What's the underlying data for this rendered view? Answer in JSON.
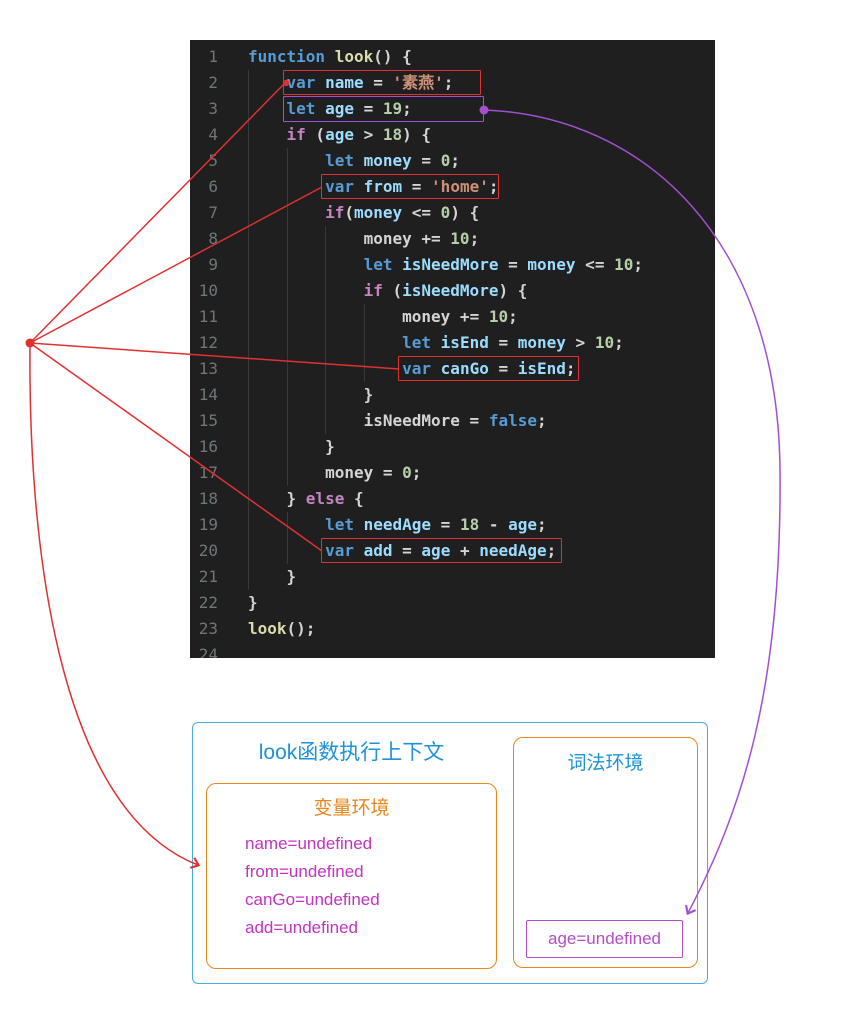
{
  "colors": {
    "red_annotation": "#e03131",
    "purple_annotation": "#a24fd0",
    "blue_text": "#1e93d8",
    "blue_border": "#49ace0",
    "orange": "#e8871e",
    "magenta_text": "#c233c2",
    "editor_background": "#1f1f1f",
    "keyword_blue": "#569cd6",
    "keyword_magenta": "#c586c0",
    "function_yellow": "#dcdcaa",
    "variable_blue": "#9cdcfe",
    "number_green": "#b5cea8",
    "string_orange": "#ce9178"
  },
  "editor": {
    "lines": [
      {
        "num": "1",
        "indent": 0,
        "tokens": [
          [
            "function",
            "kw"
          ],
          [
            " ",
            "pl"
          ],
          [
            "look",
            "fn"
          ],
          [
            "() {",
            "pl"
          ]
        ]
      },
      {
        "num": "2",
        "indent": 1,
        "tokens": [
          [
            "var",
            "kw"
          ],
          [
            " ",
            "pl"
          ],
          [
            "name",
            "id"
          ],
          [
            " = ",
            "pl"
          ],
          [
            "'素燕'",
            "str"
          ],
          [
            ";",
            "pl"
          ]
        ]
      },
      {
        "num": "3",
        "indent": 1,
        "tokens": [
          [
            "let",
            "kw"
          ],
          [
            " ",
            "pl"
          ],
          [
            "age",
            "id"
          ],
          [
            " = ",
            "pl"
          ],
          [
            "19",
            "num"
          ],
          [
            ";",
            "pl"
          ]
        ]
      },
      {
        "num": "4",
        "indent": 1,
        "tokens": [
          [
            "if",
            "ctrl"
          ],
          [
            " (",
            "pl"
          ],
          [
            "age",
            "id"
          ],
          [
            " > ",
            "pl"
          ],
          [
            "18",
            "num"
          ],
          [
            ") {",
            "pl"
          ]
        ]
      },
      {
        "num": "5",
        "indent": 2,
        "tokens": [
          [
            "let",
            "kw"
          ],
          [
            " ",
            "pl"
          ],
          [
            "money",
            "id"
          ],
          [
            " = ",
            "pl"
          ],
          [
            "0",
            "num"
          ],
          [
            ";",
            "pl"
          ]
        ]
      },
      {
        "num": "6",
        "indent": 2,
        "tokens": [
          [
            "var",
            "kw"
          ],
          [
            " ",
            "pl"
          ],
          [
            "from",
            "id"
          ],
          [
            " = ",
            "pl"
          ],
          [
            "'home'",
            "str"
          ],
          [
            ";",
            "pl"
          ]
        ]
      },
      {
        "num": "7",
        "indent": 2,
        "tokens": [
          [
            "if",
            "ctrl"
          ],
          [
            "(",
            "pl"
          ],
          [
            "money",
            "id"
          ],
          [
            " <= ",
            "pl"
          ],
          [
            "0",
            "num"
          ],
          [
            ") {",
            "pl"
          ]
        ]
      },
      {
        "num": "8",
        "indent": 3,
        "tokens": [
          [
            "money",
            "pl"
          ],
          [
            " += ",
            "pl"
          ],
          [
            "10",
            "num"
          ],
          [
            ";",
            "pl"
          ]
        ]
      },
      {
        "num": "9",
        "indent": 3,
        "tokens": [
          [
            "let",
            "kw"
          ],
          [
            " ",
            "pl"
          ],
          [
            "isNeedMore",
            "id"
          ],
          [
            " = ",
            "pl"
          ],
          [
            "money",
            "id"
          ],
          [
            " <= ",
            "pl"
          ],
          [
            "10",
            "num"
          ],
          [
            ";",
            "pl"
          ]
        ]
      },
      {
        "num": "10",
        "indent": 3,
        "tokens": [
          [
            "if",
            "ctrl"
          ],
          [
            " (",
            "pl"
          ],
          [
            "isNeedMore",
            "id"
          ],
          [
            ") {",
            "pl"
          ]
        ]
      },
      {
        "num": "11",
        "indent": 4,
        "tokens": [
          [
            "money",
            "pl"
          ],
          [
            " += ",
            "pl"
          ],
          [
            "10",
            "num"
          ],
          [
            ";",
            "pl"
          ]
        ]
      },
      {
        "num": "12",
        "indent": 4,
        "tokens": [
          [
            "let",
            "kw"
          ],
          [
            " ",
            "pl"
          ],
          [
            "isEnd",
            "id"
          ],
          [
            " = ",
            "pl"
          ],
          [
            "money",
            "id"
          ],
          [
            " > ",
            "pl"
          ],
          [
            "10",
            "num"
          ],
          [
            ";",
            "pl"
          ]
        ]
      },
      {
        "num": "13",
        "indent": 4,
        "tokens": [
          [
            "var",
            "kw"
          ],
          [
            " ",
            "pl"
          ],
          [
            "canGo",
            "id"
          ],
          [
            " = ",
            "pl"
          ],
          [
            "isEnd",
            "id"
          ],
          [
            ";",
            "pl"
          ]
        ]
      },
      {
        "num": "14",
        "indent": 3,
        "tokens": [
          [
            "}",
            "pl"
          ]
        ]
      },
      {
        "num": "15",
        "indent": 3,
        "tokens": [
          [
            "isNeedMore",
            "pl"
          ],
          [
            " = ",
            "pl"
          ],
          [
            "false",
            "kw"
          ],
          [
            ";",
            "pl"
          ]
        ]
      },
      {
        "num": "16",
        "indent": 2,
        "tokens": [
          [
            "}",
            "pl"
          ]
        ]
      },
      {
        "num": "17",
        "indent": 2,
        "tokens": [
          [
            "money",
            "pl"
          ],
          [
            " = ",
            "pl"
          ],
          [
            "0",
            "num"
          ],
          [
            ";",
            "pl"
          ]
        ]
      },
      {
        "num": "18",
        "indent": 1,
        "tokens": [
          [
            "} ",
            "pl"
          ],
          [
            "else",
            "ctrl"
          ],
          [
            " {",
            "pl"
          ]
        ]
      },
      {
        "num": "19",
        "indent": 2,
        "tokens": [
          [
            "let",
            "kw"
          ],
          [
            " ",
            "pl"
          ],
          [
            "needAge",
            "id"
          ],
          [
            " = ",
            "pl"
          ],
          [
            "18",
            "num"
          ],
          [
            " - ",
            "pl"
          ],
          [
            "age",
            "id"
          ],
          [
            ";",
            "pl"
          ]
        ]
      },
      {
        "num": "20",
        "indent": 2,
        "tokens": [
          [
            "var",
            "kw"
          ],
          [
            " ",
            "pl"
          ],
          [
            "add",
            "id"
          ],
          [
            " = ",
            "pl"
          ],
          [
            "age",
            "id"
          ],
          [
            " + ",
            "pl"
          ],
          [
            "needAge",
            "id"
          ],
          [
            ";",
            "pl"
          ]
        ]
      },
      {
        "num": "21",
        "indent": 1,
        "tokens": [
          [
            "}",
            "pl"
          ]
        ]
      },
      {
        "num": "22",
        "indent": 0,
        "tokens": [
          [
            "}",
            "pl"
          ]
        ]
      },
      {
        "num": "23",
        "indent": 0,
        "tokens": [
          [
            "look",
            "fn"
          ],
          [
            "();",
            "pl"
          ]
        ]
      },
      {
        "num": "24",
        "indent": 0,
        "tokens": []
      }
    ]
  },
  "diagram": {
    "context_title": "look函数执行上下文",
    "variable_env": {
      "title": "变量环境",
      "entries": [
        "name=undefined",
        "from=undefined",
        "canGo=undefined",
        "add=undefined"
      ]
    },
    "lexical_env": {
      "title": "词法环境",
      "binding": "age=undefined"
    }
  }
}
